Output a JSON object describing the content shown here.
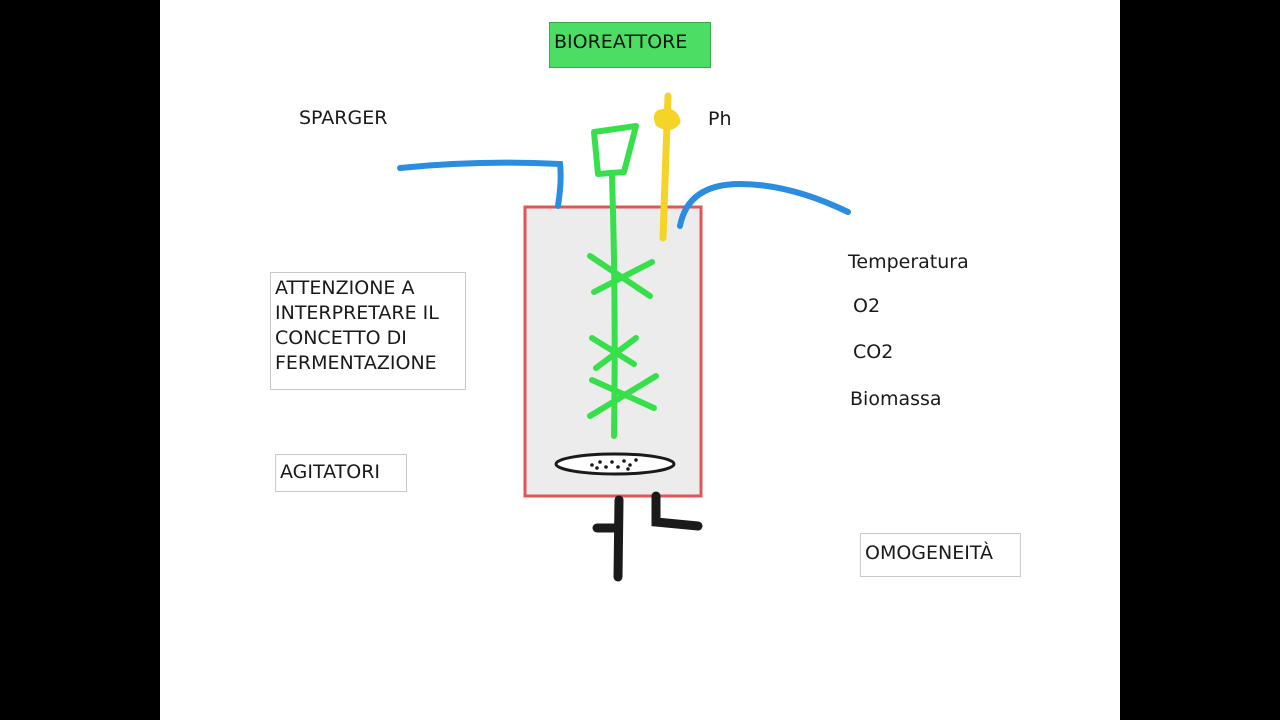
{
  "title": "BIOREATTORE",
  "labels": {
    "sparger": "SPARGER",
    "ph": "Ph",
    "temperatura": "Temperatura",
    "o2": "O2",
    "co2": "CO2",
    "biomassa": "Biomassa"
  },
  "boxes": {
    "attenzione": [
      "ATTENZIONE A",
      "INTERPRETARE IL",
      "CONCETTO DI",
      "FERMENTAZIONE"
    ],
    "agitatori": "AGITATORI",
    "omogeneita": "OMOGENEITÀ"
  },
  "colors": {
    "title_bg": "#4cde64",
    "vessel_border": "#e05555",
    "vessel_fill": "#ececec",
    "stirrer": "#37e04a",
    "ph_probe": "#f5d327",
    "gas_lines": "#2b8de0",
    "base": "#1a1a1a"
  }
}
